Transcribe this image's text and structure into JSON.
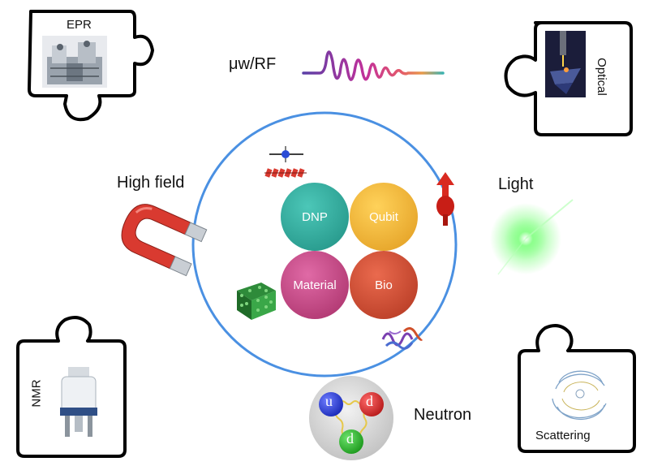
{
  "puzzle_labels": {
    "epr": "EPR",
    "optical": "Optical",
    "nmr": "NMR",
    "scattering": "Scattering"
  },
  "outer_labels": {
    "mw_rf": "μw/RF",
    "high_field": "High field",
    "light": "Light",
    "neutron": "Neutron"
  },
  "center": {
    "dnp": "DNP",
    "qubit": "Qubit",
    "material": "Material",
    "bio": "Bio"
  },
  "quarks": {
    "u": "u",
    "d1": "d",
    "d2": "d"
  },
  "colors": {
    "circle": "#4a90e2",
    "dnp": "#2aa597",
    "qubit": "#f0b429",
    "material": "#c2407e",
    "bio": "#cc4a32",
    "magnet_red": "#d93a30",
    "light_green": "#5dff5d"
  }
}
